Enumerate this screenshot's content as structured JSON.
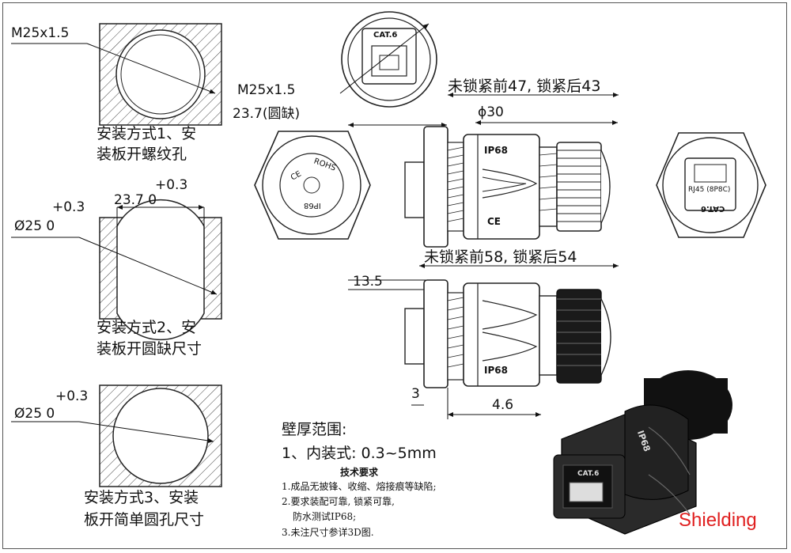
{
  "method1": {
    "thread": "M25x1.5",
    "caption_line1": "安装方式1、安",
    "caption_line2": "装板开螺纹孔"
  },
  "method2": {
    "tol_small": "+0.3",
    "flat": "23.7 0",
    "tol_large": "+0.3",
    "diameter": "Ø25 0",
    "caption_line1": "安装方式2、安",
    "caption_line2": "装板开圆缺尺寸"
  },
  "method3": {
    "tol": "+0.3",
    "diameter": "Ø25 0",
    "caption_line1": "安装方式3、安装",
    "caption_line2": "板开简单圆孔尺寸"
  },
  "top_view": {
    "thread": "M25x1.5",
    "flat": "23.7(圆缺)",
    "port_label": "CAT.6"
  },
  "front_view": {
    "marks": [
      "CE",
      "ROHS",
      "IP68"
    ]
  },
  "side_view_top": {
    "length_text": "未锁紧前47, 锁紧后43",
    "diameter": "ϕ30",
    "marks": [
      "IP68",
      "CE"
    ],
    "total_text": "未锁紧前58, 锁紧后54"
  },
  "side_view_bottom": {
    "height": "13.5",
    "mark": "IP68",
    "flange": "3",
    "wall": "4.6"
  },
  "rear_view": {
    "port_text": "RJ45 (8P8C)",
    "port_label": "CAT.6"
  },
  "notes": {
    "wall_title": "壁厚范围:",
    "wall_range": "1、内装式: 0.3~5mm",
    "tech_title": "技术要求",
    "items": [
      "1.成品无披锋、收缩、熔接痕等缺陷;",
      "2.要求装配可靠, 锁紧可靠,",
      "防水测试IP68;",
      "3.未注尺寸参详3D图."
    ]
  },
  "photo": {
    "mark": "IP68",
    "port_label": "CAT.6"
  },
  "shielding": {
    "text": "Shielding",
    "color": "#e02020"
  }
}
